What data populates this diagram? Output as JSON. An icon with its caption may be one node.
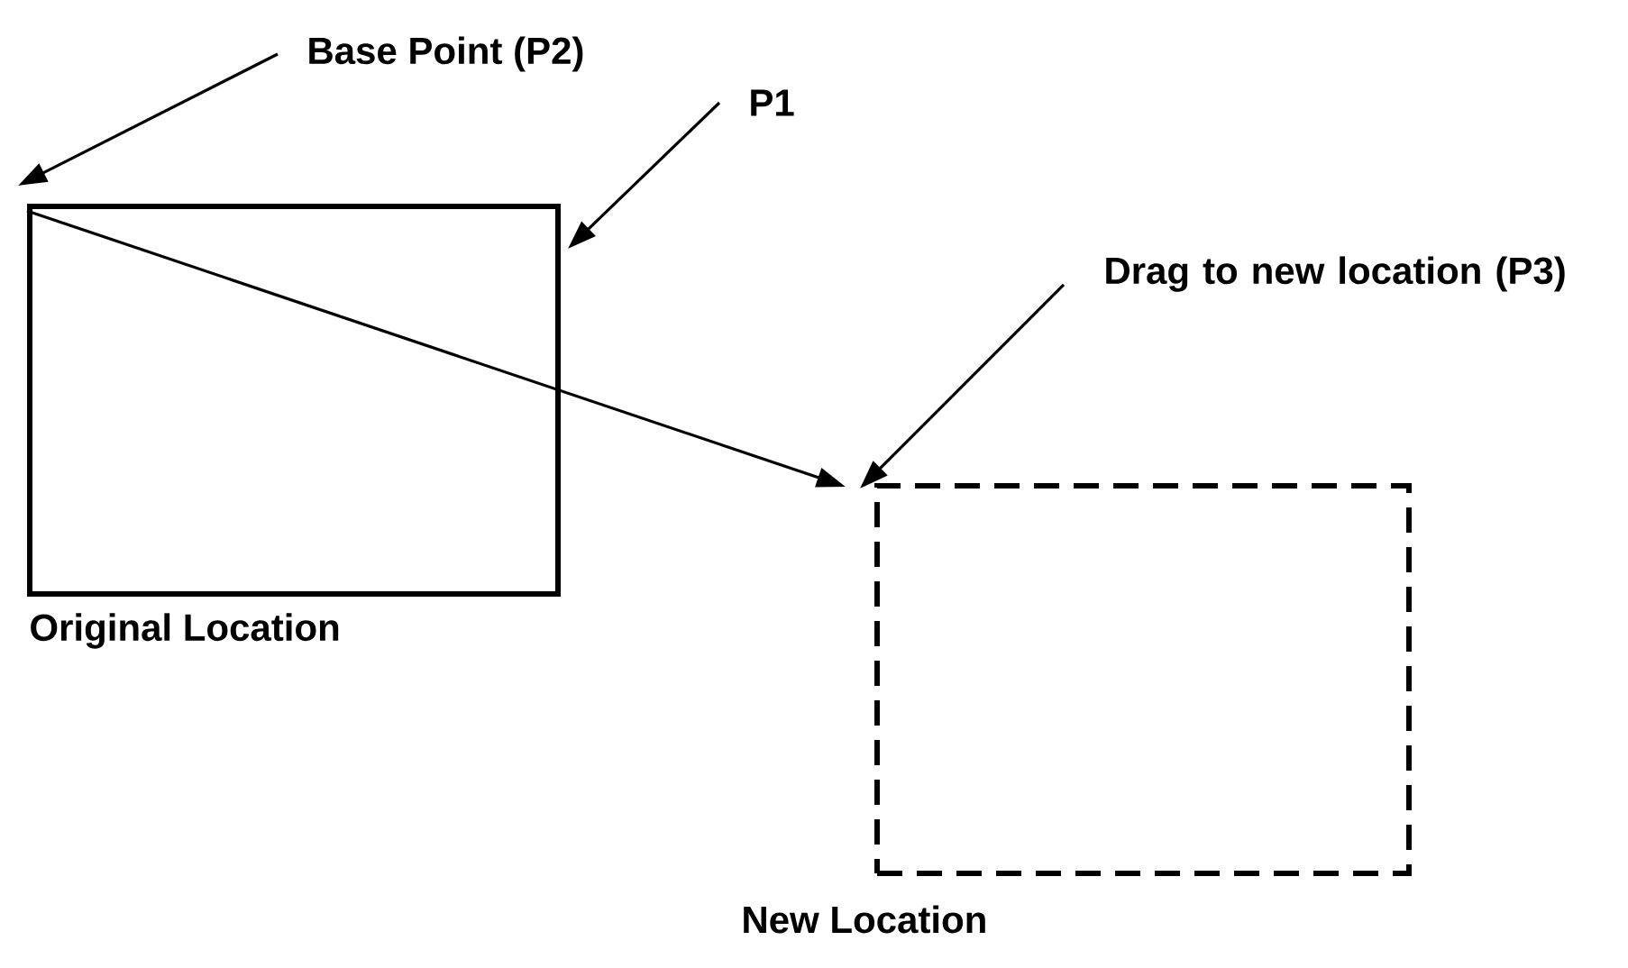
{
  "diagram": {
    "nodes": [
      {
        "text": [
          "Original Location"
        ]
      },
      {
        "text": [
          "New Location"
        ]
      },
      {
        "text": [
          "Base Point (P2)"
        ]
      },
      {
        "text": [
          "P1"
        ]
      },
      {
        "text": [
          "Drag to new location (P3)"
        ]
      }
    ],
    "edges": [
      {
        "from": 2,
        "to": 0,
        "arrow": "to"
      },
      {
        "from": 3,
        "to": 0,
        "arrow": "to"
      },
      {
        "from": 4,
        "to": 1,
        "arrow": "to"
      },
      {
        "from": 0,
        "to": 1,
        "arrow": "to"
      }
    ]
  }
}
